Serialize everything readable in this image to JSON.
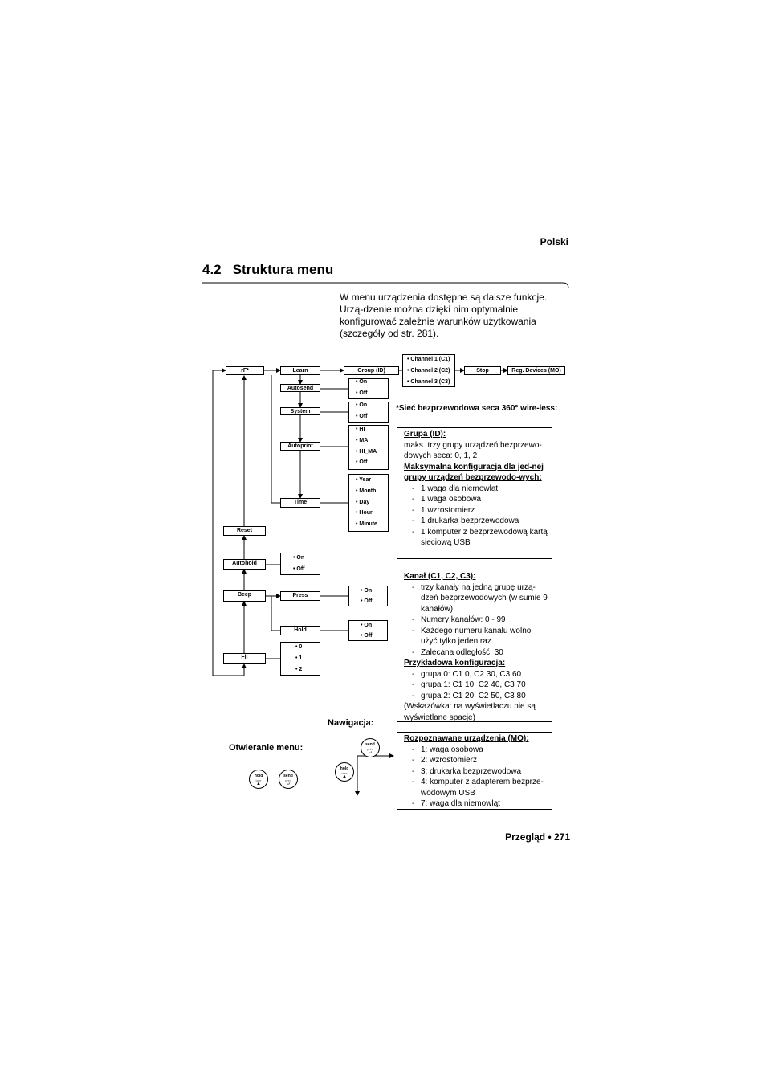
{
  "header": {
    "language": "Polski"
  },
  "section": {
    "number": "4.2",
    "title": "Struktura menu"
  },
  "intro": "W menu urządzenia dostępne są dalsze funkcje. Urzą-dzenie można dzięki nim optymalnie konfigurować zależnie warunków użytkowania (szczegóły od str. 281).",
  "menu": {
    "rf": "rF*",
    "learn": "Learn",
    "group": "Group (ID)",
    "ch1": "• Channel 1 (C1)",
    "ch2": "• Channel 2 (C2)",
    "ch3": "• Channel 3 (C3)",
    "stop": "Stop",
    "reg": "Reg. Devices (MO)",
    "autosend": "Autosend",
    "system": "System",
    "autoprint": "Autoprint",
    "time": "Time",
    "reset": "Reset",
    "autohold": "Autohold",
    "beep": "Beep",
    "press": "Press",
    "hold": "Hold",
    "fil": "Fil",
    "on": "• On",
    "off": "• Off",
    "hi": "• HI",
    "ma": "• MA",
    "hima": "• HI_MA",
    "year": "• Year",
    "month": "• Month",
    "day": "• Day",
    "hour": "• Hour",
    "minute": "• Minute",
    "f0": "• 0",
    "f1": "• 1",
    "f2": "• 2"
  },
  "note": "*Sieć bezprzewodowa seca 360° wire-less:",
  "box1": {
    "h1": "Grupa (ID):",
    "t1": "maks. trzy grupy urządzeń bezprzewo-dowych seca: 0, 1, 2",
    "h2": "Maksymalna konfiguracja dla jed-nej grupy urządzeń bezprzewodo-wych:",
    "items": [
      "1 waga dla niemowląt",
      "1 waga osobowa",
      "1 wzrostomierz",
      "1 drukarka bezprzewodowa",
      "1 komputer z bezprzewodową kartą sieciową USB"
    ]
  },
  "box2": {
    "h1": "Kanał (C1, C2, C3):",
    "items": [
      "trzy kanały na jedną grupę urzą-dzeń bezprzewodowych (w sumie 9 kanałów)",
      "Numery kanałów: 0 - 99",
      "Każdego numeru kanału wolno użyć tylko jeden raz",
      "Zalecana odległość: 30"
    ],
    "h2": "Przykładowa konfiguracja:",
    "items2": [
      "grupa 0: C1 0, C2 30, C3 60",
      "grupa 1: C1 10, C2 40, C3 70",
      "grupa 2: C1 20, C2 50, C3 80"
    ],
    "tail": "(Wskazówka: na wyświetlaczu nie są wyświetlane spacje)"
  },
  "box3": {
    "h1": "Rozpoznawane urządzenia (MO):",
    "items": [
      "1: waga osobowa",
      "2: wzrostomierz",
      "3: drukarka bezprzewodowa",
      "4: komputer z adapterem bezprze-wodowym USB",
      "7: waga dla niemowląt"
    ]
  },
  "nav": {
    "label": "Nawigacja:",
    "open_menu": "Otwieranie menu:",
    "hold_top": "hold",
    "hold_sub": "tare",
    "hold_sym": "▲",
    "send_top": "send",
    "send_sub": "print",
    "send_sym": "↵"
  },
  "footer": "Przegląd • 271"
}
